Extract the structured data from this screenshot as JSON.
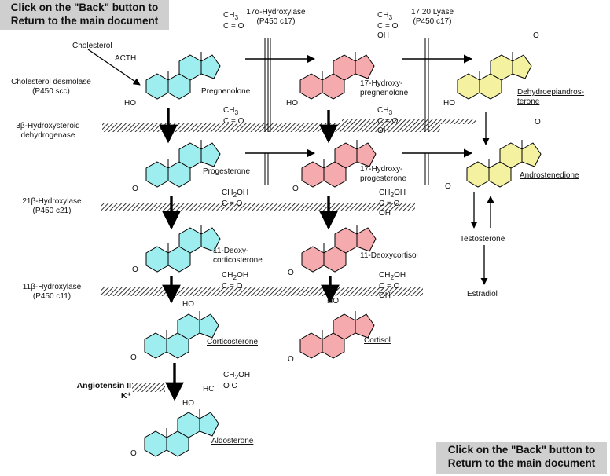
{
  "notes": {
    "top_line1": "Click on the \"Back\" button to",
    "top_line2": "Return to the main document",
    "bottom_line1": "Click on the \"Back\" button to",
    "bottom_line2": "Return to the main document"
  },
  "colors": {
    "cyan": "#9eeeef",
    "pink": "#f5aaae",
    "yellow": "#f4f2a0"
  },
  "enzymes": {
    "hydroxylase17_l1": "17α-Hydroxylase",
    "hydroxylase17_l2": "(P450 c17)",
    "lyase_l1": "17,20 Lyase",
    "lyase_l2": "(P450 c17)",
    "desmolase_l1": "Cholesterol desmolase",
    "desmolase_l2": "(P450 scc)",
    "hsd_l1": "3β-Hydroxysteroid",
    "hsd_l2": "dehydrogenase",
    "h21_l1": "21β-Hydroxylase",
    "h21_l2": "(P450 c21)",
    "h11_l1": "11β-Hydroxylase",
    "h11_l2": "(P450 c11)"
  },
  "inputs": {
    "cholesterol": "Cholesterol",
    "acth": "ACTH",
    "angiotensin": "Angiotensin II",
    "potassium": "K⁺"
  },
  "compounds": {
    "pregnenolone": "Pregnenolone",
    "hydroxy_preg_l1": "17-Hydroxy-",
    "hydroxy_preg_l2": "pregnenolone",
    "dhea_l1": "Dehydroepiandros-",
    "dhea_l2": "terone",
    "progesterone": "Progesterone",
    "hydroxy_prog_l1": "17-Hydroxy-",
    "hydroxy_prog_l2": "progesterone",
    "androstenedione": "Androstenedione",
    "deoxycort_l1": "11-Deoxy-",
    "deoxycort_l2": "corticosterone",
    "deoxycortisol": "11-Deoxycortisol",
    "testosterone": "Testosterone",
    "estradiol": "Estradiol",
    "corticosterone": "Corticosterone",
    "cortisol": "Cortisol",
    "aldosterone": "Aldosterone"
  },
  "chem": {
    "ch3": "CH",
    "ch3_sub": "3",
    "ch2oh": "CH",
    "ch2oh_sub": "2",
    "oh_suffix": "OH",
    "co": "C = O",
    "o": "O",
    "oh": "OH",
    "ho": "HO",
    "hc": "HC",
    "c": "C"
  }
}
